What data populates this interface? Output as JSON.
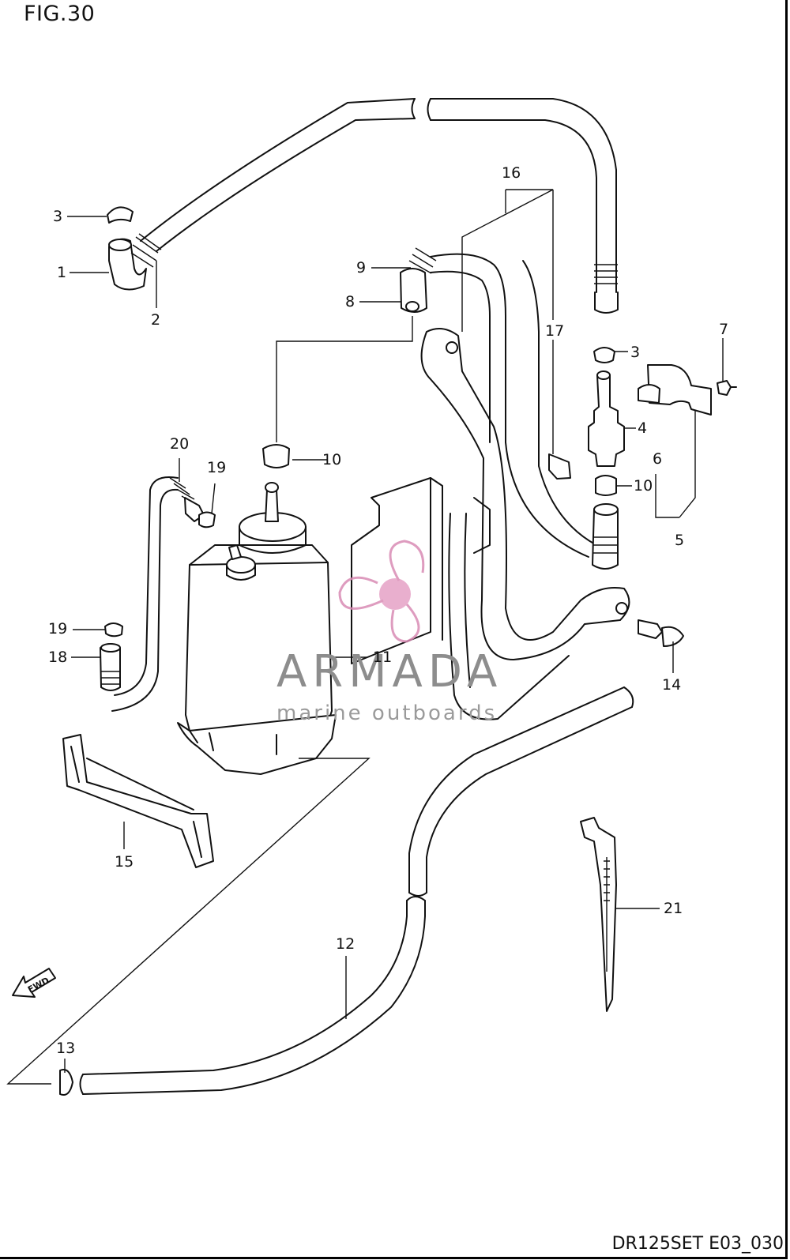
{
  "figure": {
    "title": "FIG.30",
    "code": "DR125SET E03_030"
  },
  "watermark": {
    "name": "ARMADA",
    "tagline": "marine outboards"
  },
  "direction": {
    "label": "FWD"
  },
  "callouts": [
    {
      "id": "c1",
      "text": "1"
    },
    {
      "id": "c2",
      "text": "2"
    },
    {
      "id": "c3a",
      "text": "3"
    },
    {
      "id": "c3b",
      "text": "3"
    },
    {
      "id": "c4",
      "text": "4"
    },
    {
      "id": "c5",
      "text": "5"
    },
    {
      "id": "c6",
      "text": "6"
    },
    {
      "id": "c7",
      "text": "7"
    },
    {
      "id": "c8",
      "text": "8"
    },
    {
      "id": "c9",
      "text": "9"
    },
    {
      "id": "c10a",
      "text": "10"
    },
    {
      "id": "c10b",
      "text": "10"
    },
    {
      "id": "c11",
      "text": "11"
    },
    {
      "id": "c12",
      "text": "12"
    },
    {
      "id": "c13",
      "text": "13"
    },
    {
      "id": "c14",
      "text": "14"
    },
    {
      "id": "c15",
      "text": "15"
    },
    {
      "id": "c16",
      "text": "16"
    },
    {
      "id": "c17",
      "text": "17"
    },
    {
      "id": "c18",
      "text": "18"
    },
    {
      "id": "c19a",
      "text": "19"
    },
    {
      "id": "c19b",
      "text": "19"
    },
    {
      "id": "c20",
      "text": "20"
    },
    {
      "id": "c21",
      "text": "21"
    }
  ],
  "colors": {
    "line": "#111111",
    "watermark": "#8d8d8d",
    "logo": "#d98bb4"
  }
}
